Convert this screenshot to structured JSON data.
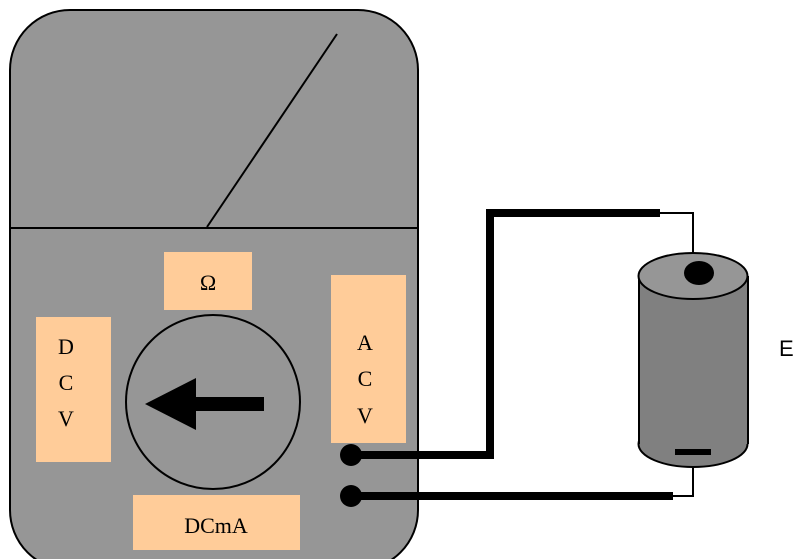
{
  "meter": {
    "ohm_label": "Ω",
    "dcv_lines": [
      "D",
      "C",
      "V"
    ],
    "acv_lines": [
      "A",
      "C",
      "V"
    ],
    "dcma_label": "DCmA",
    "body_color": "#969696",
    "label_color": "#FFCC99"
  },
  "battery": {
    "label": "E",
    "color": "#808080"
  }
}
